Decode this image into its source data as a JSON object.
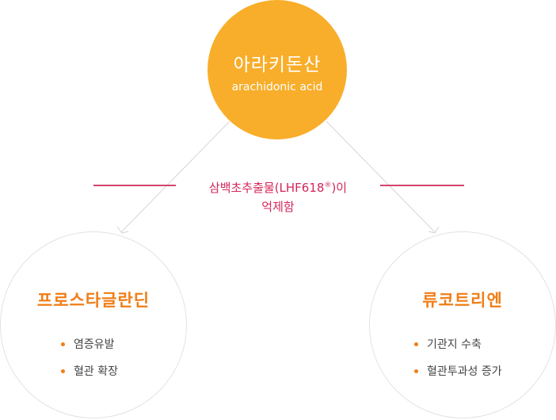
{
  "top": {
    "title_ko": "아라키돈산",
    "title_en": "arachidonic acid",
    "color": "#f8ae2a"
  },
  "inhibitor": {
    "line1_prefix": "삼백초추출물(LHF618",
    "line1_sup": "®",
    "line1_suffix": ")이",
    "line2": "억제함",
    "color": "#d3275a"
  },
  "left": {
    "title": "프로스타글란딘",
    "items": [
      {
        "label": "염증유발"
      },
      {
        "label": "혈관 확장"
      }
    ]
  },
  "right": {
    "title": "류코트리엔",
    "items": [
      {
        "label": "기관지 수축"
      },
      {
        "label": "혈관투과성 증가"
      }
    ]
  },
  "accent_color": "#f07d16"
}
